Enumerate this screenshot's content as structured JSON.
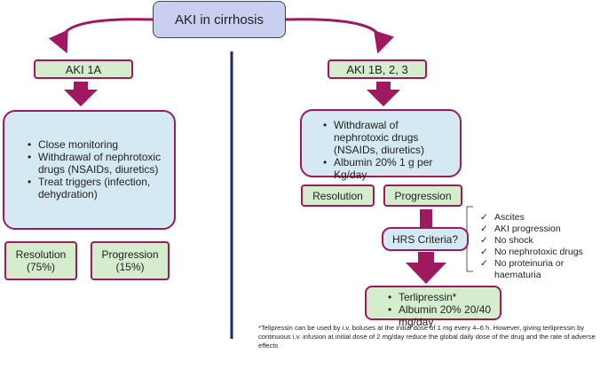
{
  "title": "AKI in cirrhosis",
  "left": {
    "header": "AKI 1A",
    "bullets": [
      "Close monitoring",
      "Withdrawal of nephrotoxic drugs (NSAIDs, diuretics)",
      "Treat triggers (infection, dehydration)"
    ],
    "resolution": {
      "label": "Resolution",
      "pct": "(75%)"
    },
    "progression": {
      "label": "Progression",
      "pct": "(15%)"
    }
  },
  "right": {
    "header": "AKI 1B, 2, 3",
    "bullets": [
      "Withdrawal of nephrotoxic drugs (NSAIDs, diuretics)",
      "Albumin 20% 1 g per Kg/day"
    ],
    "resolution": "Resolution",
    "progression": "Progression",
    "hrs": "HRS Criteria?",
    "criteria": [
      "Ascites",
      "AKI progression",
      "No shock",
      "No nephrotoxic drugs",
      "No proteinuria or haematuria"
    ],
    "treatment": [
      "Terlipressin*",
      "Albumin 20% 20/40 mg/day"
    ]
  },
  "footnote": "*Telipressin can be used by i.v. boluses at the initial dose of 1 mg every 4–6 h. However, giving terlipressin by continuous i.v. infusion at initial dose of 2 mg/day reduce the global daily dose of the drug and the rate of adverse effects",
  "colors": {
    "arrow": "#a0185f",
    "divider": "#1b2a6b",
    "green_fill": "#d5eccd",
    "blue_fill": "#d4e9f2",
    "title_fill": "#c8cff0"
  }
}
